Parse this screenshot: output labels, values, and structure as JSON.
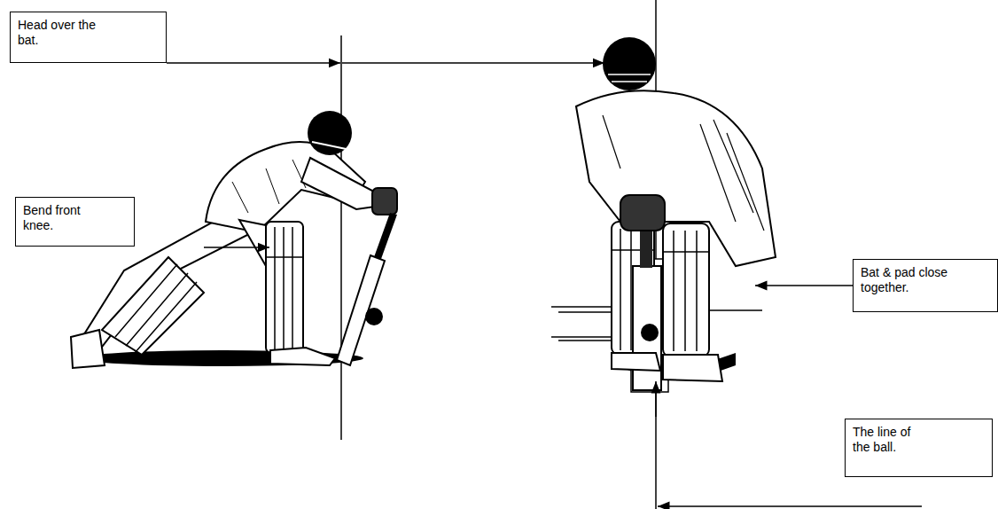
{
  "diagram": {
    "nodes": [
      {
        "text": [
          "Head over the bat."
        ]
      },
      {
        "text": [
          "Bend front knee."
        ]
      },
      {
        "text": [
          "Bat & pad close together."
        ]
      },
      {
        "text": [
          "The line of the ball."
        ]
      }
    ]
  }
}
